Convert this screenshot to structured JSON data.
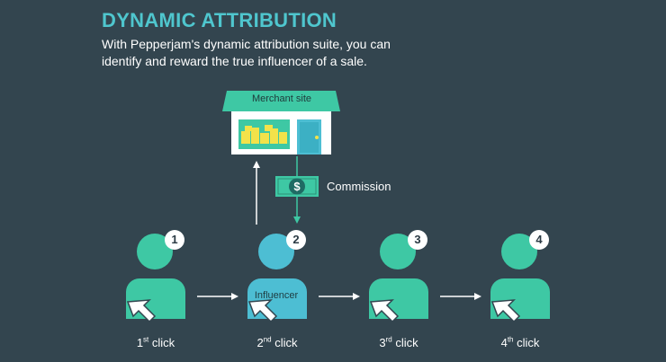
{
  "header": {
    "title": "DYNAMIC ATTRIBUTION",
    "subtitle": "With Pepperjam's dynamic attribution suite, you can identify and reward the true influencer of a sale."
  },
  "store": {
    "label": "Merchant site"
  },
  "commission": {
    "label": "Commission",
    "symbol": "$"
  },
  "people": [
    {
      "badge": "1",
      "click_num": "1",
      "click_suffix": "st",
      "click_word": "click",
      "tag": ""
    },
    {
      "badge": "2",
      "click_num": "2",
      "click_suffix": "nd",
      "click_word": "click",
      "tag": "Influencer"
    },
    {
      "badge": "3",
      "click_num": "3",
      "click_suffix": "rd",
      "click_word": "click",
      "tag": ""
    },
    {
      "badge": "4",
      "click_num": "4",
      "click_suffix": "th",
      "click_word": "click",
      "tag": ""
    }
  ],
  "colors": {
    "background": "#33454f",
    "accent": "#4fc6ce",
    "person": "#3ec8a4",
    "influencer": "#4dbed3"
  }
}
